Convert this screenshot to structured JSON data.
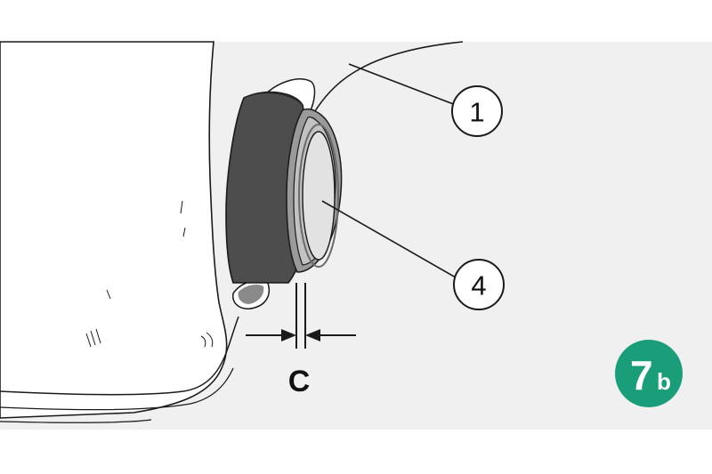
{
  "figure": {
    "step_badge": {
      "number": "7",
      "letter": "b",
      "color": "#1a9e7a"
    },
    "callouts": [
      {
        "label": "1",
        "target": "bumper-panel"
      },
      {
        "label": "4",
        "target": "sensor-face"
      }
    ],
    "dimension": {
      "label": "C"
    },
    "colors": {
      "background_panel": "#f0f0f0",
      "sensor_housing": "#4d4d4d",
      "sensor_face": "#e2e2e2",
      "line": "#1a1a1a"
    }
  }
}
